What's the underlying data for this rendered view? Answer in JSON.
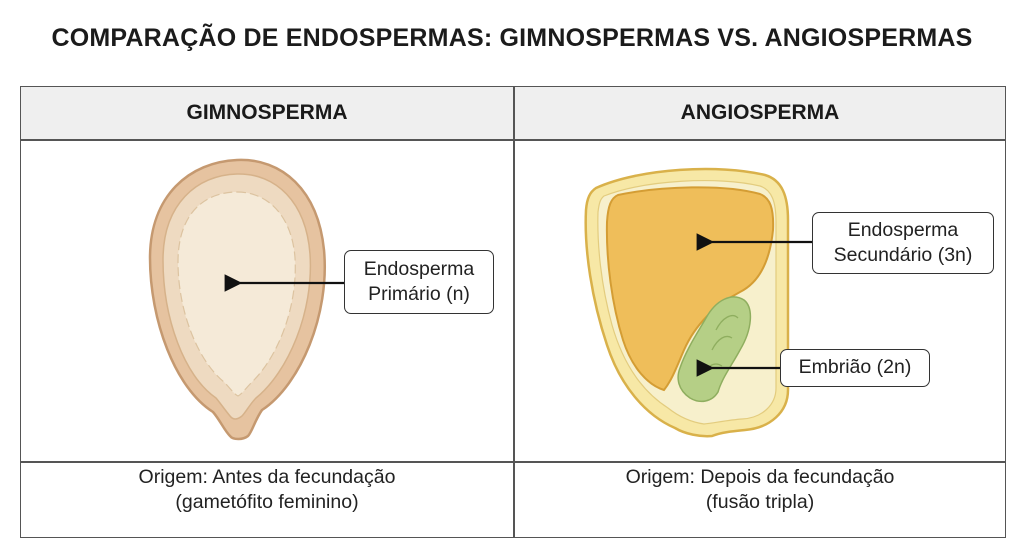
{
  "title": "COMPARAÇÃO DE ENDOSPERMAS: GIMNOSPERMAS VS. ANGIOSPERMAS",
  "columns": [
    {
      "header": "GIMNOSPERMA",
      "labels": [
        {
          "line1": "Endosperma",
          "line2": "Primário (n)"
        }
      ],
      "footer_line1": "Origem: Antes da fecundação",
      "footer_line2": "(gametófito feminino)"
    },
    {
      "header": "ANGIOSPERMA",
      "labels": [
        {
          "line1": "Endosperma",
          "line2": "Secundário (3n)"
        },
        {
          "line1": "Embrião (2n)"
        }
      ],
      "footer_line1": "Origem: Depois da fecundação",
      "footer_line2": "(fusão tripla)"
    }
  ],
  "colors": {
    "gymno_coat": "#e6c3a0",
    "gymno_endosperm": "#f5ead8",
    "angio_coat": "#f7e8a6",
    "angio_endosperm": "#efbe5a",
    "embryo": "#b5cf86",
    "header_bg": "#efefef"
  }
}
